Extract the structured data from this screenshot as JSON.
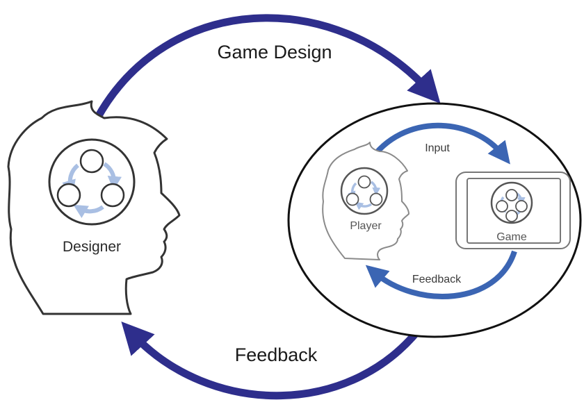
{
  "labels": {
    "game_design": "Game Design",
    "feedback_outer": "Feedback",
    "designer": "Designer",
    "input": "Input",
    "feedback_inner": "Feedback",
    "player": "Player",
    "game": "Game"
  },
  "colors": {
    "outer_arrow": "#2e2e8c",
    "inner_arrow": "#3b65b3",
    "mini_arrow": "#a9bfe3",
    "outline": "#333333",
    "outline_light": "#8a8a8a"
  },
  "icons": {
    "designer_head": "head-profile-icon",
    "player_head": "head-profile-icon",
    "game_screen": "screen-icon",
    "loop": "cycle-arrows-icon"
  }
}
